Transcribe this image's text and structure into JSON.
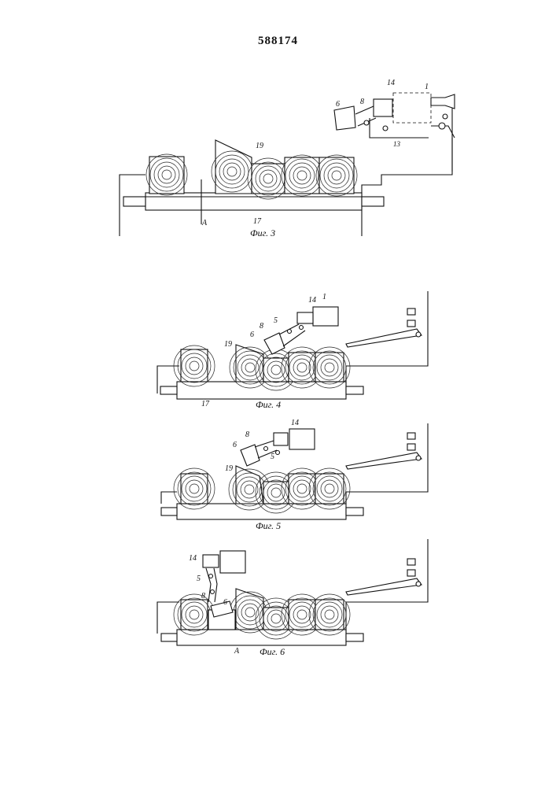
{
  "document": {
    "patent_number": "588174"
  },
  "figures": [
    {
      "id": "fig3",
      "caption": "Фиг. 3",
      "labels": {
        "saw_unit": "14",
        "frame": "1",
        "arm_a": "6",
        "arm_b": "8",
        "lever": "13",
        "log": "19",
        "axis": "A",
        "roller": "17"
      }
    },
    {
      "id": "fig4",
      "caption": "Фиг. 4",
      "labels": {
        "saw_unit": "14",
        "frame": "1",
        "link": "5",
        "arm_b": "8",
        "arm_a": "6",
        "log": "19",
        "roller": "17"
      }
    },
    {
      "id": "fig5",
      "caption": "Фиг. 5",
      "labels": {
        "arm_b": "8",
        "saw_unit": "14",
        "arm_a": "6",
        "link": "5",
        "log": "19"
      }
    },
    {
      "id": "fig6",
      "caption": "Фиг. 6",
      "labels": {
        "saw_unit": "14",
        "link": "5",
        "arm_b": "8",
        "arm_a": "6",
        "axis": "A"
      }
    }
  ]
}
